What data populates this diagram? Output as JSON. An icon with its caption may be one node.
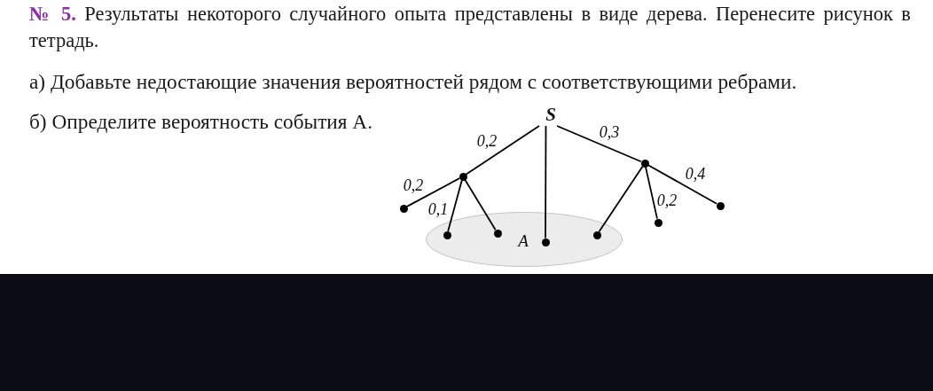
{
  "diagram": {
    "nodes": [
      {
        "text": [
          "S"
        ]
      },
      {
        "text": [],
        "shape": "circle"
      },
      {
        "text": [],
        "shape": "circle"
      },
      {
        "text": [
          "A"
        ]
      },
      {
        "text": [],
        "shape": "circle",
        "in": 3
      },
      {
        "text": [],
        "shape": "circle",
        "in": 3
      },
      {
        "text": [],
        "shape": "circle",
        "in": 3
      },
      {
        "text": [],
        "shape": "circle"
      },
      {
        "text": [],
        "shape": "circle",
        "in": 3
      },
      {
        "text": [],
        "shape": "circle"
      },
      {
        "text": [],
        "shape": "circle"
      }
    ],
    "edges": [
      {
        "from": 0,
        "to": 1,
        "arrow": "none",
        "label": "0,2"
      },
      {
        "from": 0,
        "to": 6,
        "arrow": "none"
      },
      {
        "from": 0,
        "to": 7,
        "arrow": "none",
        "label": "0,3"
      },
      {
        "from": 1,
        "to": 2,
        "arrow": "none",
        "label": "0,2"
      },
      {
        "from": 1,
        "to": 4,
        "arrow": "none",
        "label": "0,1"
      },
      {
        "from": 1,
        "to": 5,
        "arrow": "none"
      },
      {
        "from": 7,
        "to": 8,
        "arrow": "none"
      },
      {
        "from": 7,
        "to": 9,
        "arrow": "none",
        "label": "0,2"
      },
      {
        "from": 7,
        "to": 10,
        "arrow": "none",
        "label": "0,4"
      }
    ],
    "labels": [
      "**№ 5.** Результаты некоторого случайного опыта представлены в виде дерева. Перенесите рисунок в тетрадь.",
      "а) Добавьте недостающие значения вероятностей рядом с соответствующими ребрами.",
      "б) Определите вероятность события А."
    ]
  }
}
